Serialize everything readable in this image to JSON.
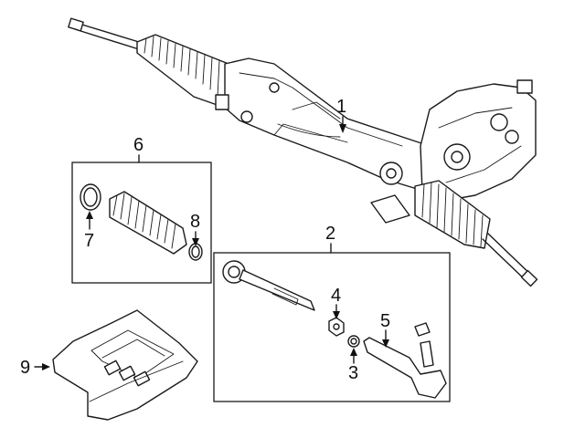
{
  "callouts": [
    "1",
    "2",
    "3",
    "4",
    "5",
    "6",
    "7",
    "8",
    "9"
  ],
  "colors": {
    "line": "#1a1a1a",
    "background": "#ffffff"
  }
}
